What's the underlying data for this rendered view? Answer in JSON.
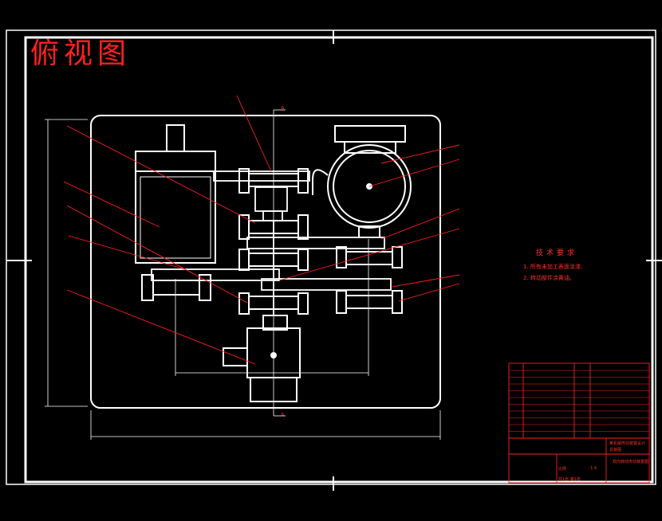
{
  "view_title": "俯视图",
  "section_marker": "A",
  "technical_requirements": {
    "title": "技术要求",
    "notes": [
      "1. 所有未加工表面涂漆;",
      "2. 转动部件涂黄油。"
    ]
  },
  "title_block": {
    "design_title": "某机械传动装置设计",
    "view_name": "总装图",
    "drawing_name": "双向转动传动装置图",
    "scale_label": "比例",
    "scale": "1:4",
    "sheet": "共1张 第1张"
  },
  "colors": {
    "background": "#000000",
    "frame": "#ffffff",
    "annotation": "#ff2020"
  }
}
